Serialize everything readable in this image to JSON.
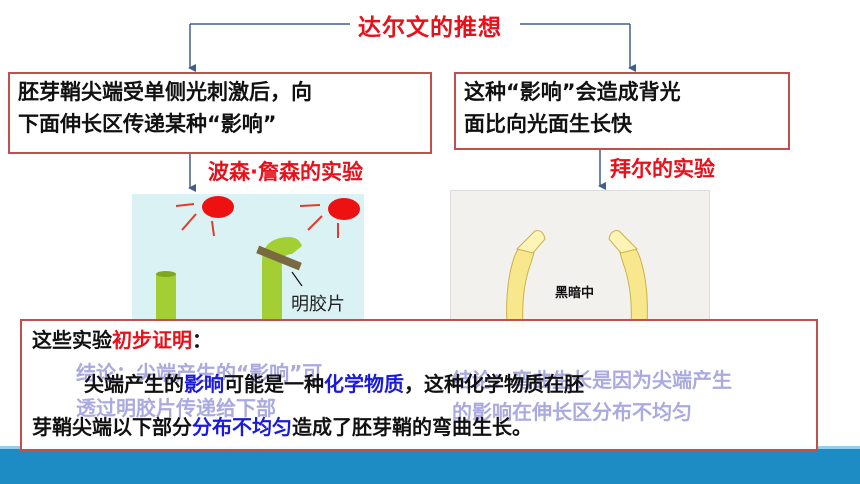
{
  "title": "达尔文的推想",
  "left_box": {
    "line1": "胚芽鞘尖端受单侧光刺激后，向",
    "line2": "下面伸长区传递某种“影响”"
  },
  "right_box": {
    "line1": "这种“影响”会造成背光",
    "line2": "面比向光面生长快"
  },
  "left_experiment_label": "波森·詹森的实验",
  "right_experiment_label": "拜尔的实验",
  "gelatin_label": "明胶片",
  "dark_label": "黑暗中",
  "conclusion": {
    "line1_a": "这些实验",
    "line1_red": "初步证明",
    "line1_b": "：",
    "line2_a": "尖端产生的",
    "line2_blue1": "影响",
    "line2_b": "可能是一种",
    "line2_blue2": "化学物质",
    "line2_c": "，这种化学物质在胚",
    "line3_a": "芽鞘尖端以下部分",
    "line3_blue": "分布不均匀",
    "line3_b": "造成了胚芽鞘的弯曲生长。"
  },
  "ghost_text": {
    "left_1": "结论：尖端产生的“影响”可",
    "left_2": "透过明胶片传递给下部",
    "right_1": "结论：弯曲生长是因为尖端产生",
    "right_2": "的影响在伸长区分布不均匀"
  },
  "colors": {
    "red": "#e8101a",
    "blue": "#1a1adc",
    "box_border": "#c0504d",
    "bar": "#1d8cc4"
  }
}
